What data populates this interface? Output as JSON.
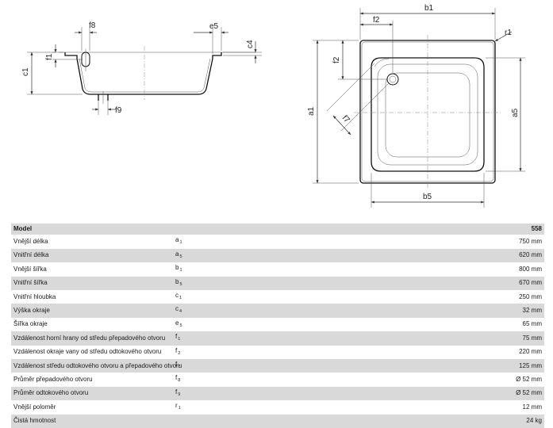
{
  "labels": {
    "f8": "f8",
    "e5": "e5",
    "c4": "c4",
    "f1": "f1",
    "c1": "c1",
    "f9": "f9",
    "b1": "b1",
    "f2": "f2",
    "r1": "r1",
    "a1": "a1",
    "f7": "f7",
    "a5": "a5",
    "b5": "b5"
  },
  "table": {
    "header": {
      "name": "Model",
      "value": "558"
    },
    "rows": [
      {
        "name": "Vnější délka",
        "sym": "a",
        "sub": "1",
        "value": "750 mm"
      },
      {
        "name": "Vnitřní délka",
        "sym": "a",
        "sub": "5",
        "value": "620 mm"
      },
      {
        "name": "Vnější šířka",
        "sym": "b",
        "sub": "1",
        "value": "800 mm"
      },
      {
        "name": "Vnitřní šířka",
        "sym": "b",
        "sub": "5",
        "value": "670 mm"
      },
      {
        "name": "Vnitřní hloubka",
        "sym": "c",
        "sub": "1",
        "value": "250 mm"
      },
      {
        "name": "Výška okraje",
        "sym": "c",
        "sub": "4",
        "value": "32 mm"
      },
      {
        "name": "Šířka okraje",
        "sym": "e",
        "sub": "5",
        "value": "65 mm"
      },
      {
        "name": "Vzdálenost horní hrany od středu přepadového otvoru",
        "sym": "f",
        "sub": "1",
        "value": "75 mm"
      },
      {
        "name": "Vzdálenost okraje vany od středu odtokového otvoru",
        "sym": "f",
        "sub": "2",
        "value": "220 mm"
      },
      {
        "name": "Vzdálenost středu odtokového otvoru a přepadového otvoru",
        "sym": "f",
        "sub": "7",
        "value": "125 mm"
      },
      {
        "name": "Průměr přepadového otvoru",
        "sym": "f",
        "sub": "8",
        "value": "Ø 52 mm"
      },
      {
        "name": "Průměr odtokového otvoru",
        "sym": "f",
        "sub": "9",
        "value": "Ø 52 mm"
      },
      {
        "name": "Vnější poloměr",
        "sym": "r",
        "sub": "1",
        "value": "12 mm"
      },
      {
        "name": "Čistá hmotnost",
        "sym": "",
        "sub": "",
        "value": "24 kg"
      }
    ]
  }
}
